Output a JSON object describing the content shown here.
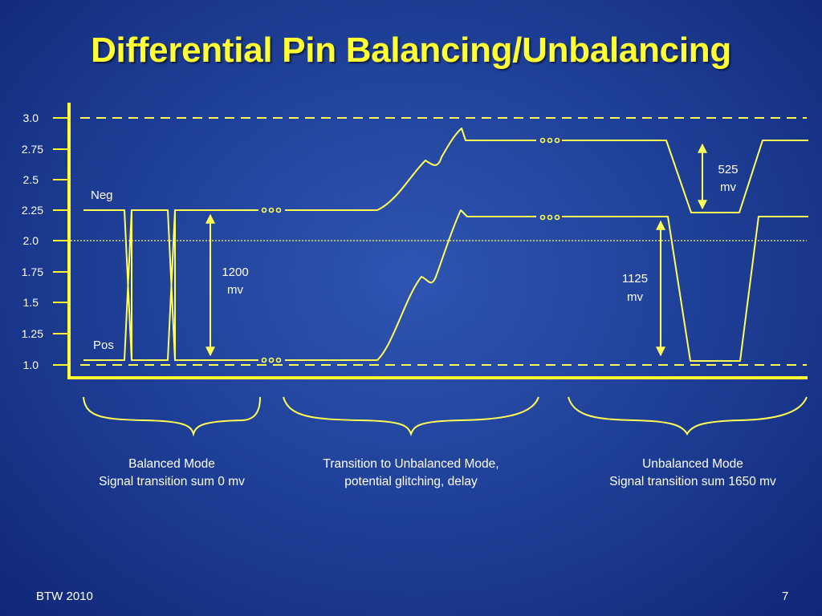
{
  "slide": {
    "title": "Differential Pin Balancing/Unbalancing",
    "footer_left": "BTW 2010",
    "page_number": "7"
  },
  "colors": {
    "background": "#1d3d94",
    "title": "#ffff33",
    "signal": "#ffff55",
    "axis": "#ffff33",
    "text": "#ffffff"
  },
  "diagram": {
    "y_ticks": [
      "3.0",
      "2.75",
      "2.5",
      "2.25",
      "2.0",
      "1.75",
      "1.5",
      "1.25",
      "1.0"
    ],
    "signal_labels": {
      "neg": "Neg",
      "pos": "Pos"
    },
    "measurements": {
      "balanced": {
        "value": "1200",
        "unit": "mv"
      },
      "unbalanced_gap": {
        "value": "1125",
        "unit": "mv"
      },
      "unbalanced_swing": {
        "value": "525",
        "unit": "mv"
      }
    },
    "modes": [
      {
        "line1": "Balanced Mode",
        "line2": "Signal transition sum 0 mv"
      },
      {
        "line1": "Transition to Unbalanced Mode,",
        "line2": "potential glitching, delay"
      },
      {
        "line1": "Unbalanced Mode",
        "line2": "Signal transition sum 1650 mv"
      }
    ]
  }
}
